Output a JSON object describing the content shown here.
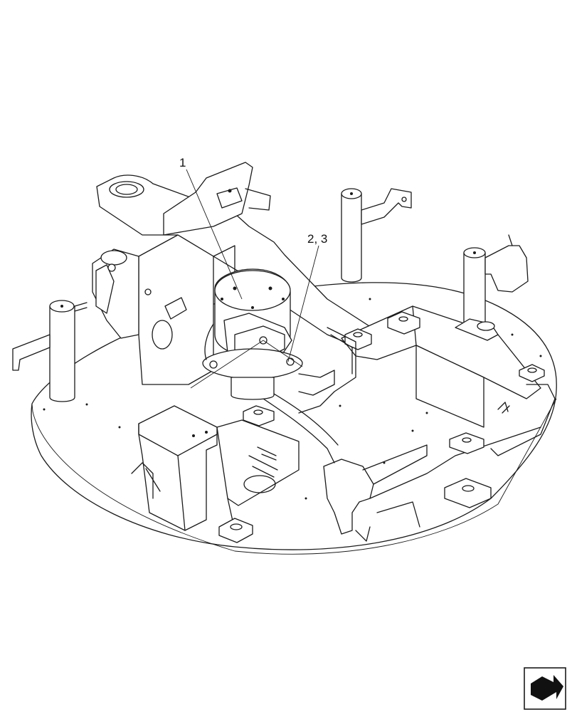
{
  "diagram": {
    "callouts": [
      {
        "id": "c1",
        "label": "1"
      },
      {
        "id": "c2",
        "label": "2, 3"
      }
    ],
    "nav_icon": "page-turn-arrow-icon"
  },
  "colors": {
    "line": "#1a1a1a",
    "background": "#ffffff"
  }
}
